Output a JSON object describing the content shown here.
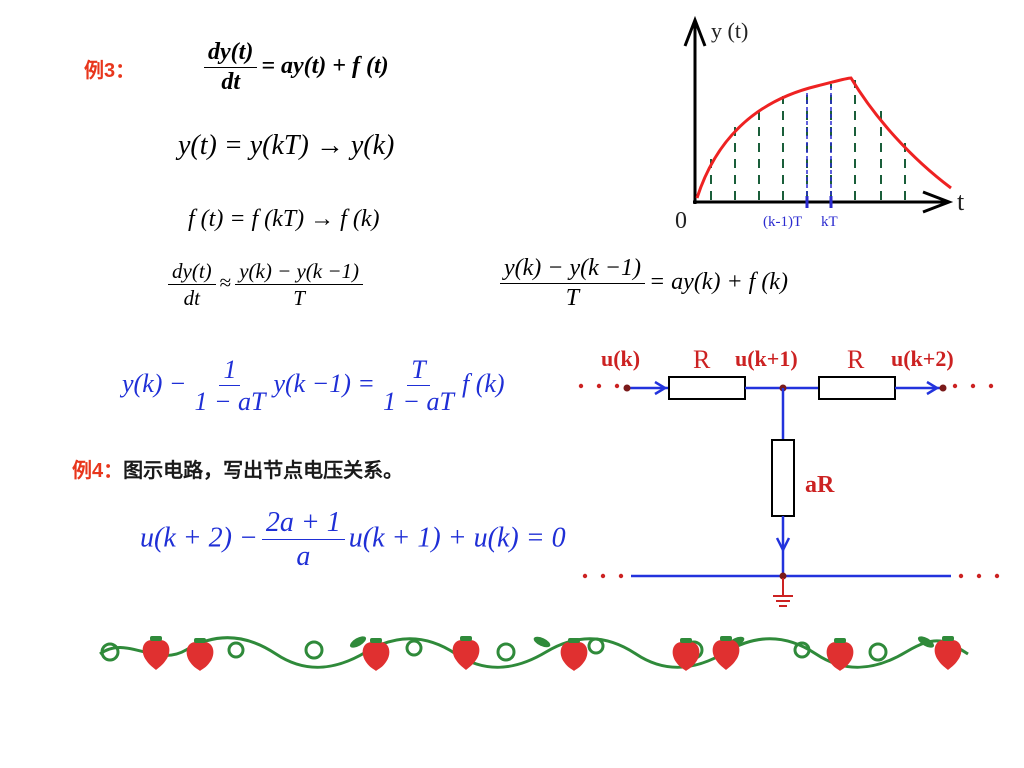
{
  "example3": {
    "label": "例3：",
    "eq1": {
      "num": "dy(t)",
      "den": "dt",
      "rhs": "= ay(t) + f (t)"
    },
    "eq2": "y(t) = y(kT) → y(k)",
    "eq3": "f (t) = f (kT) → f (k)",
    "eq4": {
      "num1": "dy(t)",
      "den1": "dt",
      "approx": "≈",
      "num2": "y(k) − y(k −1)",
      "den2": "T"
    },
    "eq5": {
      "num": "y(k) − y(k −1)",
      "den": "T",
      "rhs": "= ay(k) + f (k)"
    },
    "eq6": {
      "lhs": "y(k) −",
      "num1": "1",
      "den1": "1 − aT",
      "mid": "y(k −1) =",
      "num2": "T",
      "den2": "1 − aT",
      "rhs": "f (k)"
    }
  },
  "graph": {
    "y_label": "y (t)",
    "x_label": "t",
    "origin_label": "0",
    "tick_label_1": "(k-1)T",
    "tick_label_2": "kT",
    "colors": {
      "curve": "#ee2222",
      "sample_lines": "#1a5e3a",
      "ticks": "#2b2bd0"
    }
  },
  "example4": {
    "label": "例4：",
    "text": "图示电路，写出节点电压关系。",
    "equation": {
      "lhs": "u(k + 2) −",
      "num": "2a + 1",
      "den": "a",
      "rhs": "u(k + 1) + u(k) = 0"
    }
  },
  "circuit": {
    "node_k": "u(k)",
    "node_k1": "u(k+1)",
    "node_k2": "u(k+2)",
    "resistor_1": "R",
    "resistor_2": "R",
    "resistor_shunt": "aR",
    "colors": {
      "wire": "#2233dd",
      "label": "#cc2222"
    }
  },
  "decoration": {
    "name": "strawberry-vine-border",
    "colors": {
      "vine": "#2f8a3a",
      "berry": "#e03030"
    }
  }
}
